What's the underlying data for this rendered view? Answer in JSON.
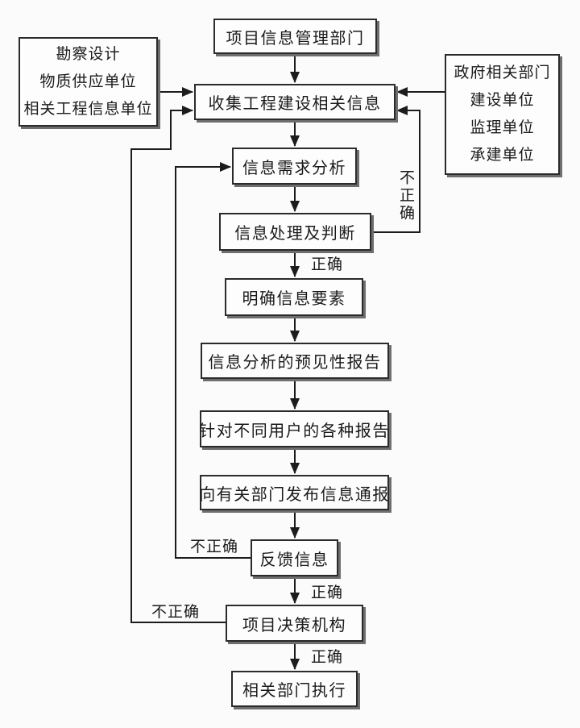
{
  "diagram": {
    "nodes": {
      "top_dept": "项目信息管理部门",
      "collect": "收集工程建设相关信息",
      "demand": "信息需求分析",
      "process": "信息处理及判断",
      "clarify": "明确信息要素",
      "forecast": "信息分析的预见性报告",
      "reports": "针对不同用户的各种报告",
      "publish": "向有关部门发布信息通报",
      "feedback": "反馈信息",
      "decision": "项目决策机构",
      "execute": "相关部门执行"
    },
    "left_sources": [
      "勘察设计",
      "物质供应单位",
      "相关工程信息单位"
    ],
    "right_sources": [
      "政府相关部门",
      "建设单位",
      "监理单位",
      "承建单位"
    ],
    "edge_labels": {
      "correct_after_process": "正确",
      "correct_after_feedback": "正确",
      "correct_after_decision": "正确",
      "incorrect_process_loop": "不正确",
      "incorrect_feedback_loop": "不正确",
      "incorrect_decision_loop": "不正确"
    },
    "colors": {
      "line": "#1c1c1c",
      "box_border": "#2b2b2b",
      "box_fill": "#fdfdfd",
      "shadow": "#6e6e6e",
      "background": "#fbfbfb",
      "text": "#1a1a1a"
    }
  }
}
